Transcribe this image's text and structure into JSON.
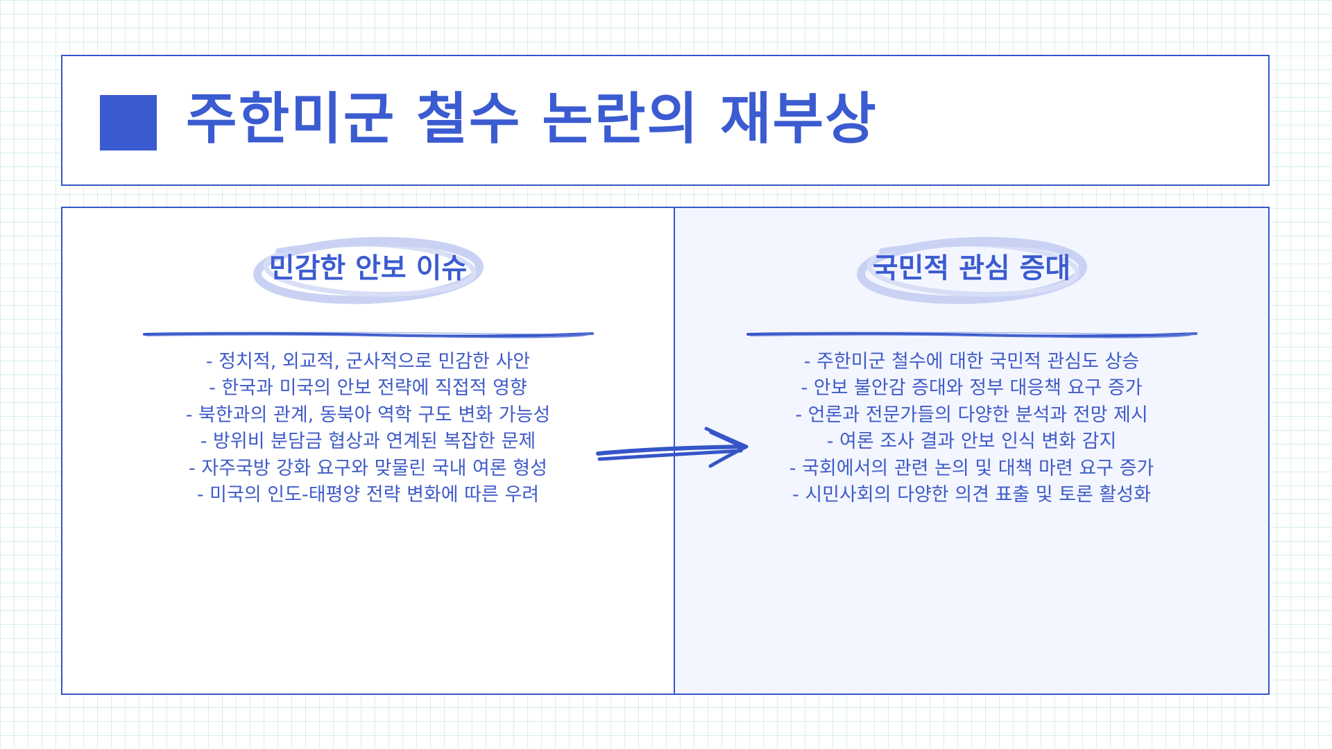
{
  "title": {
    "text": "주한미군 철수 논란의 재부상"
  },
  "left_panel": {
    "heading": "민감한 안보 이슈",
    "bullets": [
      "- 정치적, 외교적, 군사적으로 민감한 사안",
      "- 한국과 미국의 안보 전략에 직접적 영향",
      "- 북한과의 관계, 동북아 역학 구도 변화 가능성",
      "- 방위비 분담금 협상과 연계된 복잡한 문제",
      "- 자주국방 강화 요구와 맞물린 국내 여론 형성",
      "- 미국의 인도-태평양 전략 변화에 따른 우려"
    ]
  },
  "right_panel": {
    "heading": "국민적 관심 증대",
    "bullets": [
      "- 주한미군 철수에 대한 국민적 관심도 상승",
      "- 안보 불안감 증대와 정부 대응책 요구 증가",
      "- 언론과 전문가들의 다양한 분석과 전망 제시",
      "- 여론 조사 결과 안보 인식 변화 감지",
      "- 국회에서의 관련 논의 및 대책 마련 요구 증가",
      "- 시민사회의 다양한 의견 표출 및 토론 활성화"
    ]
  },
  "icons": {
    "title_marker": "square-icon",
    "connector": "hand-drawn-arrow-icon",
    "heading_decoration": "brush-ellipse-icon",
    "heading_underline": "brush-stroke-icon"
  },
  "colors": {
    "accent": "#3b5bd0",
    "border": "#3555c8",
    "text": "#3f5bc8",
    "right_panel_bg": "#f3f6fe",
    "ellipse": "#c9d2f3",
    "grid": "#96cdd7"
  }
}
